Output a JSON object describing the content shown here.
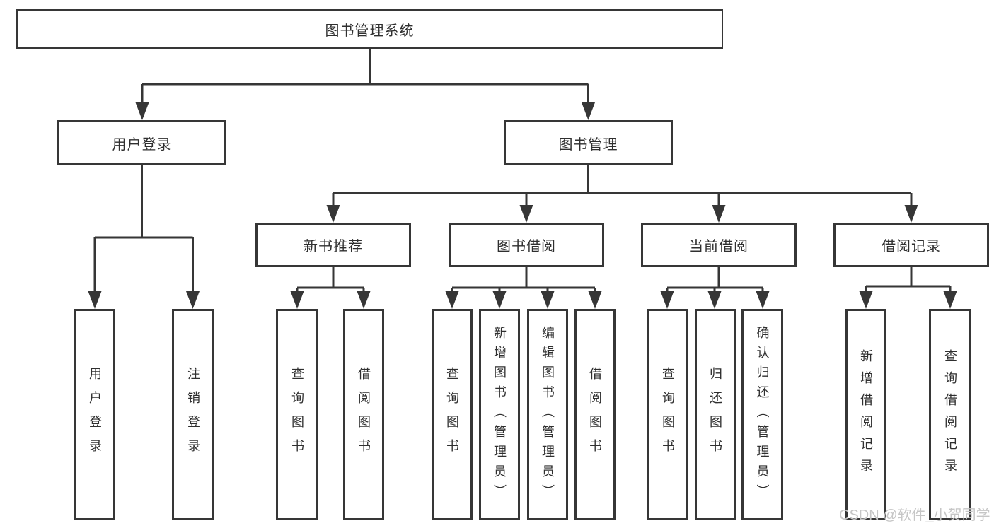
{
  "diagram": {
    "tree": {
      "label": "图书管理系统",
      "children": [
        {
          "label": "用户登录",
          "children": [
            {
              "label": "用户登录"
            },
            {
              "label": "注销登录"
            }
          ]
        },
        {
          "label": "图书管理",
          "children": [
            {
              "label": "新书推荐",
              "children": [
                {
                  "label": "查询图书"
                },
                {
                  "label": "借阅图书"
                }
              ]
            },
            {
              "label": "图书借阅",
              "children": [
                {
                  "label": "查询图书"
                },
                {
                  "label": "新增图书（管理员）"
                },
                {
                  "label": "编辑图书（管理员）"
                },
                {
                  "label": "借阅图书"
                }
              ]
            },
            {
              "label": "当前借阅",
              "children": [
                {
                  "label": "查询图书"
                },
                {
                  "label": "归还图书"
                },
                {
                  "label": "确认归还（管理员）"
                }
              ]
            },
            {
              "label": "借阅记录",
              "children": [
                {
                  "label": "新增借阅记录"
                },
                {
                  "label": "查询借阅记录"
                }
              ]
            }
          ]
        }
      ]
    },
    "colors": {
      "line": "#363636",
      "text": "#2f2f2f",
      "background": "#ffffff",
      "watermark": "#c6c6c6"
    },
    "watermark": {
      "text": "CSDN @软件_小贺同学"
    }
  }
}
